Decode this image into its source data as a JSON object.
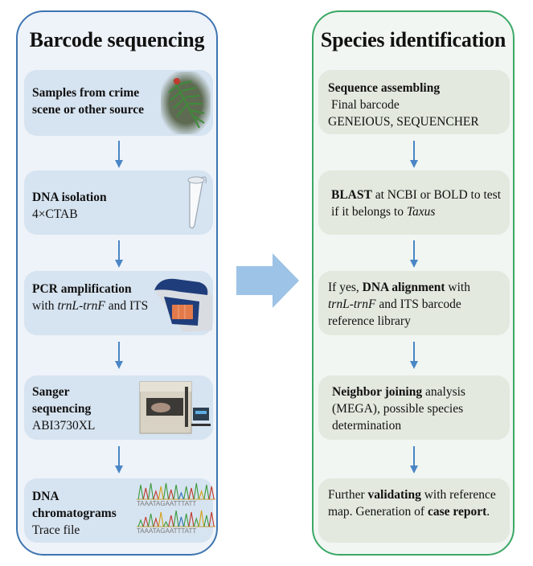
{
  "left_panel": {
    "title": "Barcode sequencing",
    "steps": [
      {
        "bold": "Samples from crime scene or other source",
        "image": "yew-branch-photo"
      },
      {
        "bold": "DNA isolation",
        "text": "4×CTAB",
        "image": "microcentrifuge-tube"
      },
      {
        "bold": "PCR amplification",
        "text_pre": "with ",
        "italic": "trnL-trnF",
        "text_post": " and ITS",
        "image": "pcr-thermal-cycler"
      },
      {
        "bold": "Sanger sequencing",
        "text": "ABI3730XL",
        "image": "dna-sequencer-machine"
      },
      {
        "bold": "DNA chromatograms",
        "text": "Trace file",
        "image": "chromatogram-traces",
        "sequence": "TAAATAGAATTTATT"
      }
    ]
  },
  "right_panel": {
    "title": "Species identification",
    "steps": [
      {
        "bold": "Sequence assembling",
        "line2": "Final barcode",
        "line3": "GENEIOUS, SEQUENCHER"
      },
      {
        "bold": "BLAST",
        "text": " at NCBI or BOLD to test if it belongs to ",
        "italic": "Taxus"
      },
      {
        "pre": "If yes, ",
        "bold": "DNA alignment",
        "post": " with",
        "italic": "trnL-trnF",
        "rest": " and ITS barcode reference library"
      },
      {
        "bold": "Neighbor joining",
        "text": " analysis (MEGA), possible species determination"
      },
      {
        "pre": "Further ",
        "bold": "validating",
        "post": " with reference map. Generation of ",
        "bold2": "case report",
        "end": "."
      }
    ]
  },
  "colors": {
    "left_border": "#3d74b0",
    "right_border": "#3aa866",
    "arrow": "#4a86c5",
    "big_arrow": "#9dc3e6"
  }
}
